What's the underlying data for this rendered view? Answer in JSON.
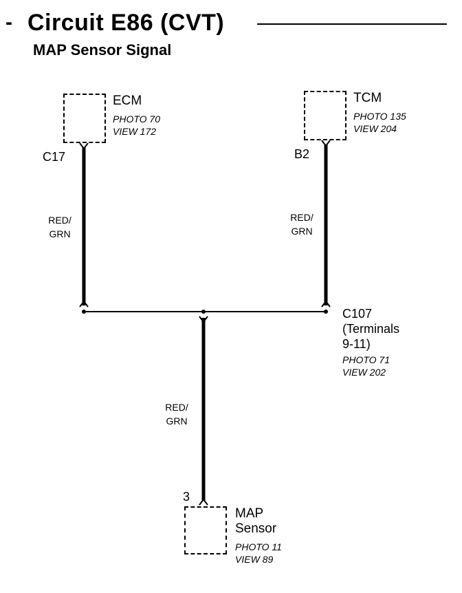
{
  "header": {
    "dash": "-",
    "title": "Circuit E86 (CVT)",
    "subtitle": "MAP Sensor Signal"
  },
  "components": {
    "ecm": {
      "name": "ECM",
      "photo": "PHOTO 70",
      "view": "VIEW 172",
      "pin": "C17"
    },
    "tcm": {
      "name": "TCM",
      "photo": "PHOTO 135",
      "view": "VIEW 204",
      "pin": "B2"
    },
    "map_sensor": {
      "name_line1": "MAP",
      "name_line2": "Sensor",
      "photo": "PHOTO 11",
      "view": "VIEW 89",
      "pin": "3"
    }
  },
  "wires": {
    "ecm_wire": {
      "line1": "RED/",
      "line2": "GRN"
    },
    "tcm_wire": {
      "line1": "RED/",
      "line2": "GRN"
    },
    "map_wire": {
      "line1": "RED/",
      "line2": "GRN"
    }
  },
  "connector": {
    "name": "C107",
    "terminals_line1": "(Terminals",
    "terminals_line2": "9-11)",
    "photo": "PHOTO 71",
    "view": "VIEW 202"
  }
}
